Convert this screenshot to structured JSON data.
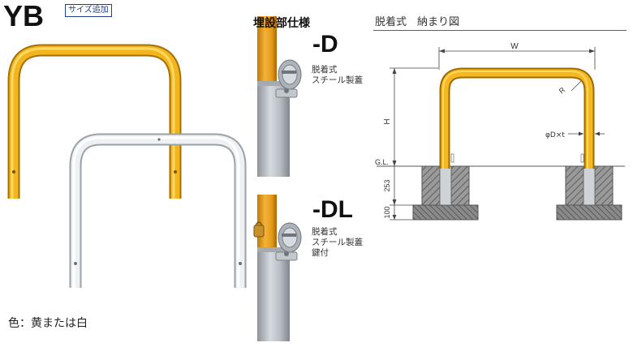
{
  "header": {
    "model_code": "YB",
    "badge": "サイズ追加"
  },
  "buried_spec": {
    "title": "埋設部仕様",
    "variants": [
      {
        "code": "-D",
        "lines": [
          "脱着式",
          "スチール製蓋"
        ]
      },
      {
        "code": "-DL",
        "lines": [
          "脱着式",
          "スチール製蓋",
          "鍵付"
        ]
      }
    ]
  },
  "diagram": {
    "title": "脱着式　納まり図",
    "labels": {
      "width": "W",
      "height": "H",
      "radius": "R",
      "pipe": "φD×t",
      "ground_level": "G.L.",
      "depth": "253",
      "base": "100"
    }
  },
  "color_note": "色：黄または白",
  "colors": {
    "yellow": "#f0b419",
    "white_bar": "#e6eaee",
    "steel": "#b9bec4",
    "concrete": "#8e8e8e"
  }
}
